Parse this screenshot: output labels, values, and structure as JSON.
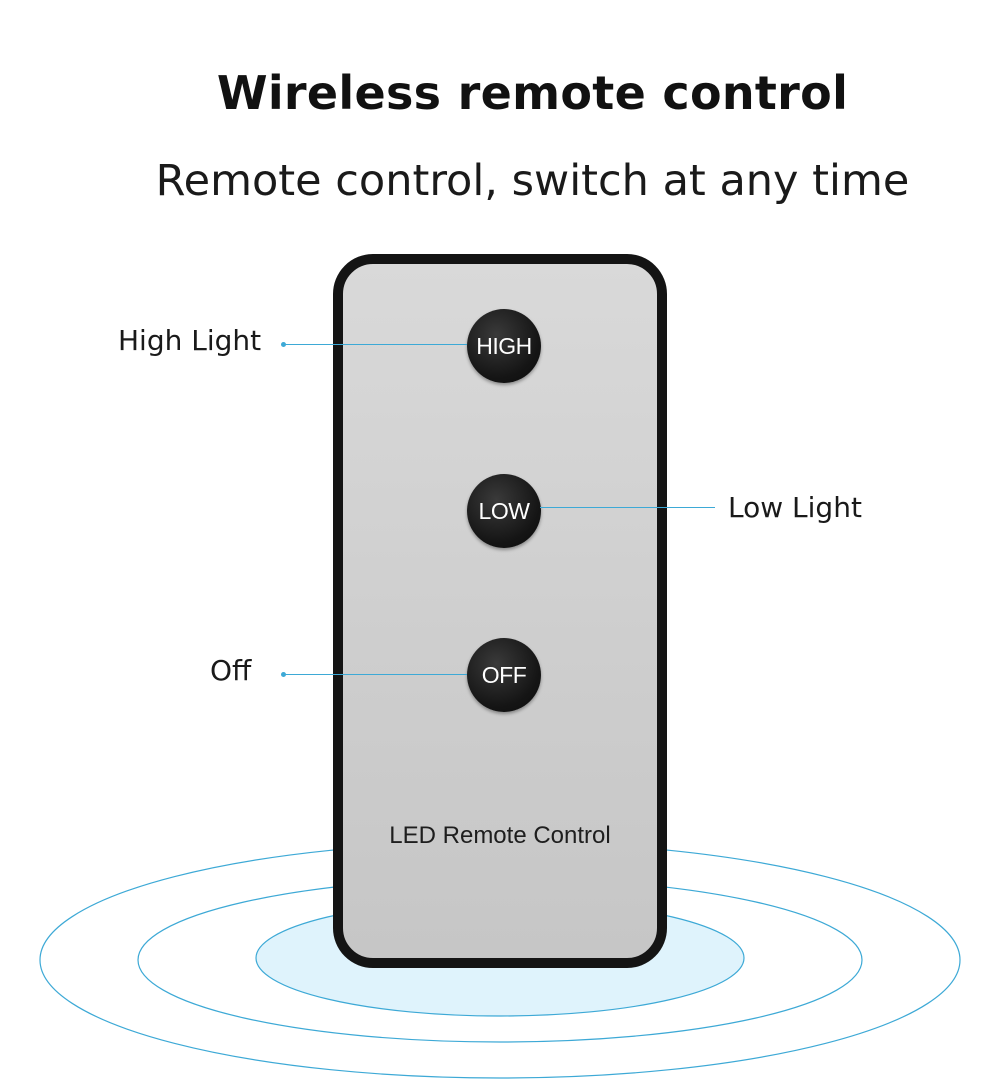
{
  "header": {
    "title": "Wireless remote control",
    "subtitle": "Remote control, switch at any time"
  },
  "remote": {
    "buttons": [
      {
        "label": "HIGH",
        "callout": "High Light"
      },
      {
        "label": "LOW",
        "callout": "Low Light"
      },
      {
        "label": "OFF",
        "callout": "Off"
      }
    ],
    "model_label": "LED Remote Control"
  },
  "colors": {
    "accent": "#3da9d6",
    "remote_body": "#d4d4d4",
    "remote_frame": "#141414",
    "button": "#151515"
  }
}
